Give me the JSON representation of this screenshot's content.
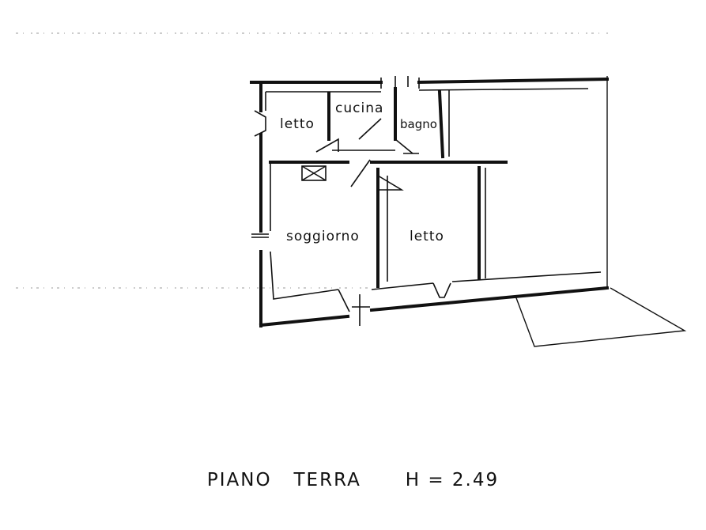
{
  "plan": {
    "rooms": {
      "letto_left": "letto",
      "cucina": "cucina",
      "bagno": "bagno",
      "soggiorno": "soggiorno",
      "letto_right": "letto"
    },
    "title": {
      "floor": "PIANO",
      "level": "TERRA",
      "height": "H = 2.49"
    }
  }
}
